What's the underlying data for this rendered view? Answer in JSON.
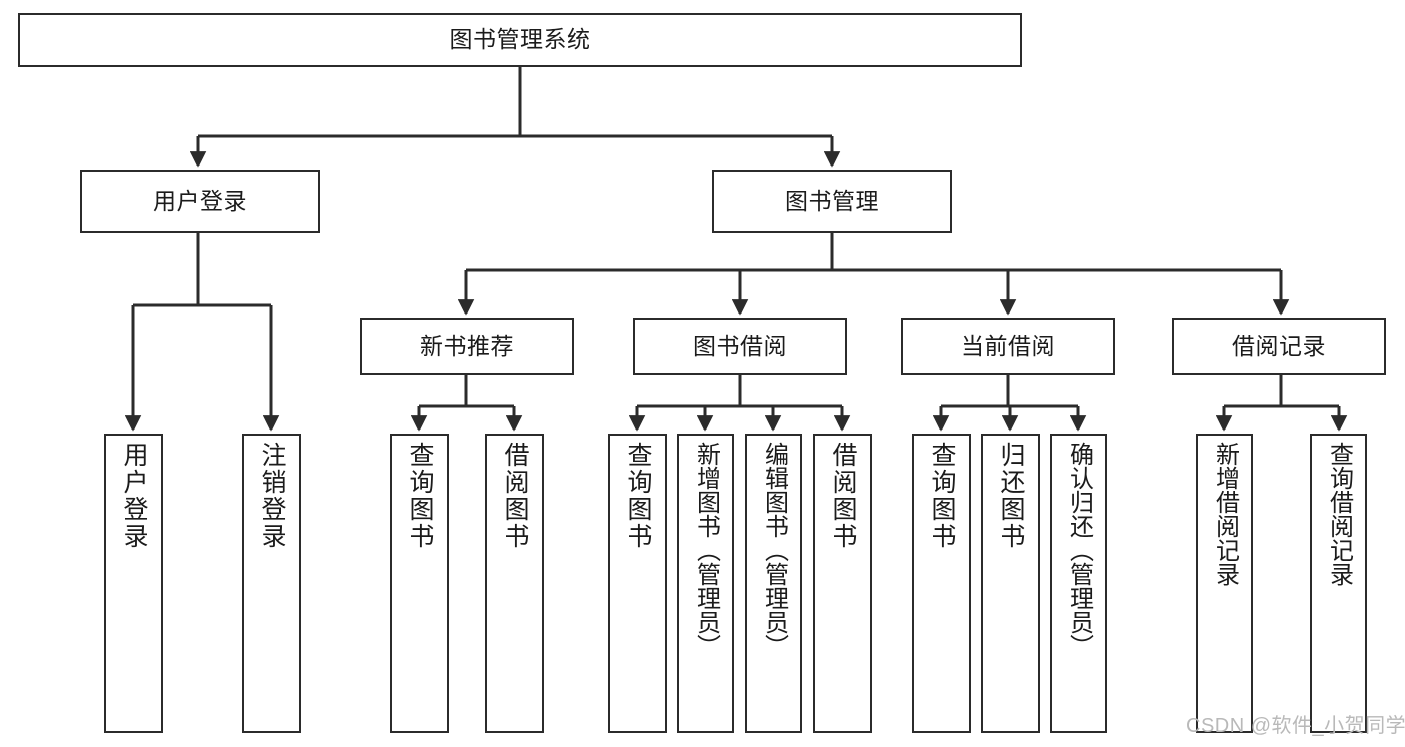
{
  "diagram": {
    "title": "图书管理系统",
    "type": "functional-decomposition-tree",
    "root": {
      "id": "root",
      "label": "图书管理系统"
    },
    "level2": [
      {
        "id": "user-login",
        "label": "用户登录"
      },
      {
        "id": "book-management",
        "label": "图书管理"
      }
    ],
    "level3": [
      {
        "id": "new-book-recommend",
        "label": "新书推荐",
        "parent": "book-management"
      },
      {
        "id": "book-borrow",
        "label": "图书借阅",
        "parent": "book-management"
      },
      {
        "id": "current-borrow",
        "label": "当前借阅",
        "parent": "book-management"
      },
      {
        "id": "borrow-record",
        "label": "借阅记录",
        "parent": "book-management"
      }
    ],
    "leaves": [
      {
        "id": "leaf-user-login",
        "label": "用户登录",
        "parent": "user-login"
      },
      {
        "id": "leaf-logout",
        "label": "注销登录",
        "parent": "user-login"
      },
      {
        "id": "leaf-query-book-1",
        "label": "查询图书",
        "parent": "new-book-recommend"
      },
      {
        "id": "leaf-borrow-book-1",
        "label": "借阅图书",
        "parent": "new-book-recommend"
      },
      {
        "id": "leaf-query-book-2",
        "label": "查询图书",
        "parent": "book-borrow"
      },
      {
        "id": "leaf-add-book",
        "label": "新增图书（管理员）",
        "parent": "book-borrow"
      },
      {
        "id": "leaf-edit-book",
        "label": "编辑图书（管理员）",
        "parent": "book-borrow"
      },
      {
        "id": "leaf-borrow-book-2",
        "label": "借阅图书",
        "parent": "book-borrow"
      },
      {
        "id": "leaf-query-book-3",
        "label": "查询图书",
        "parent": "current-borrow"
      },
      {
        "id": "leaf-return-book",
        "label": "归还图书",
        "parent": "current-borrow"
      },
      {
        "id": "leaf-confirm-return",
        "label": "确认归还（管理员）",
        "parent": "current-borrow"
      },
      {
        "id": "leaf-add-record",
        "label": "新增借阅记录",
        "parent": "borrow-record"
      },
      {
        "id": "leaf-query-record",
        "label": "查询借阅记录",
        "parent": "borrow-record"
      }
    ],
    "watermark": "CSDN @软件_小贺同学",
    "colors": {
      "stroke": "#2b2b2b",
      "fill": "#ffffff",
      "text": "#1b1b1b",
      "watermark": "#b9b9b9"
    }
  }
}
